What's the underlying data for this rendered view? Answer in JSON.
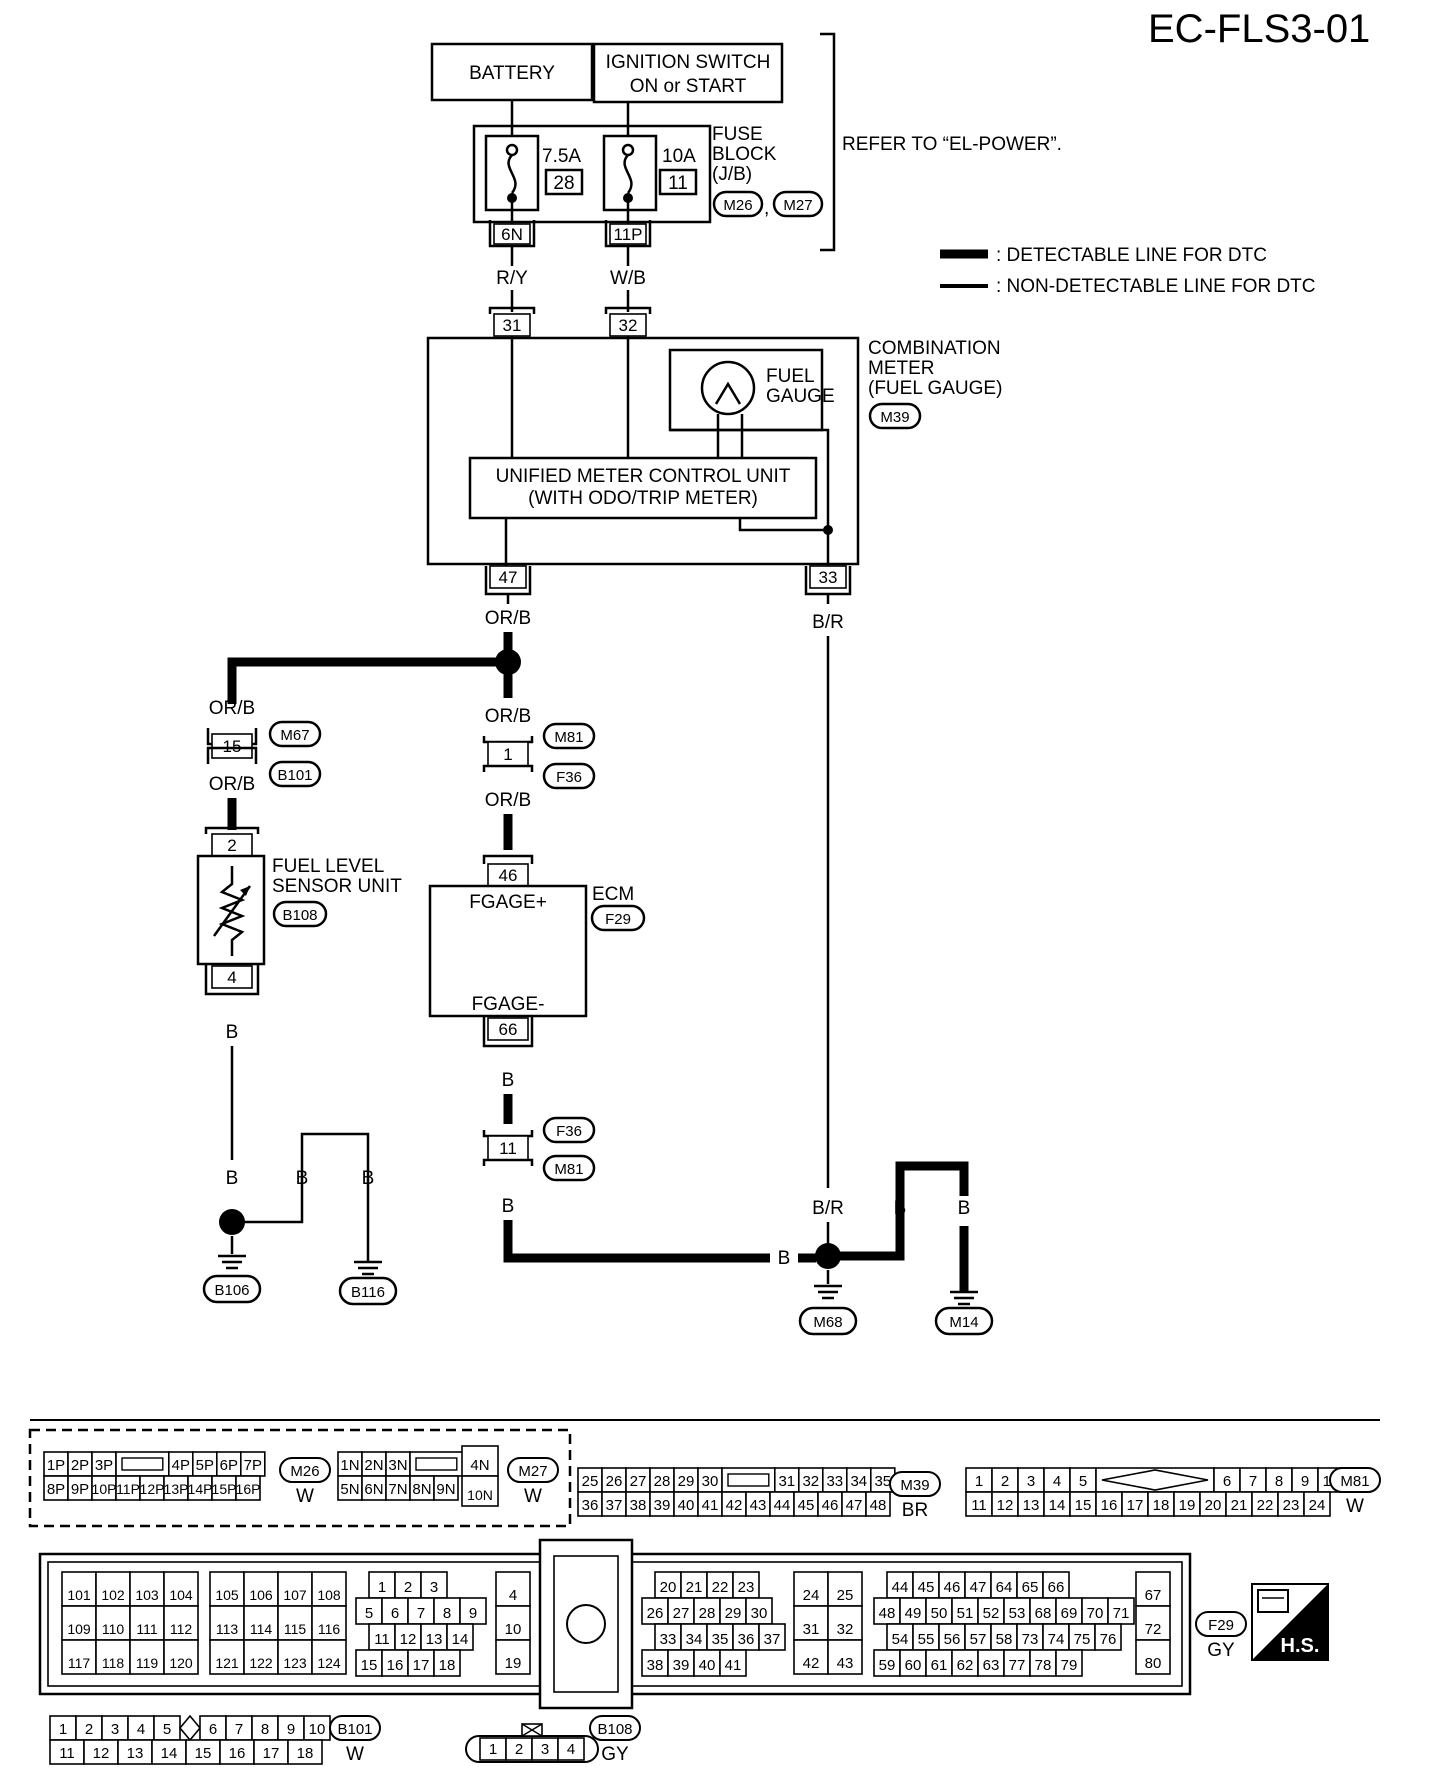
{
  "title": "EC-FLS3-01",
  "legend": {
    "detectable": ": DETECTABLE LINE FOR DTC",
    "nondetectable": ": NON-DETECTABLE LINE FOR DTC"
  },
  "power": {
    "battery": "BATTERY",
    "ignition_l1": "IGNITION SWITCH",
    "ignition_l2": "ON or START",
    "refer": "REFER TO “EL-POWER”."
  },
  "fuse_block": {
    "l1": "FUSE",
    "l2": "BLOCK",
    "l3": "(J/B)",
    "fuse1_rating": "7.5A",
    "fuse1_no": "28",
    "fuse2_rating": "10A",
    "fuse2_no": "11",
    "conn1": "M26",
    "conn2": "M27",
    "pin1": "6N",
    "pin2": "11P"
  },
  "wires": {
    "ry": "R/Y",
    "wb": "W/B",
    "orb": "OR/B",
    "br": "B/R",
    "b": "B"
  },
  "combination_meter": {
    "l1": "COMBINATION",
    "l2": "METER",
    "l3": "(FUEL GAUGE)",
    "conn": "M39",
    "pin_a": "31",
    "pin_b": "32",
    "pin_c": "47",
    "pin_d": "33",
    "gauge_l1": "FUEL",
    "gauge_l2": "GAUGE",
    "unit_l1": "UNIFIED METER CONTROL UNIT",
    "unit_l2": "(WITH ODO/TRIP METER)"
  },
  "joints": {
    "m67": "M67",
    "b101": "B101",
    "pin15": "15",
    "m81": "M81",
    "f36": "F36",
    "pin1": "1",
    "pin11": "11"
  },
  "fuel_sensor": {
    "l1": "FUEL LEVEL",
    "l2": "SENSOR UNIT",
    "conn": "B108",
    "pin_top": "2",
    "pin_bottom": "4"
  },
  "ecm": {
    "label": "ECM",
    "conn": "F29",
    "pin_top": "46",
    "pin_bottom": "66",
    "fgage_plus": "FGAGE+",
    "fgage_minus": "FGAGE-"
  },
  "grounds": {
    "b106": "B106",
    "b116": "B116",
    "m68": "M68",
    "m14": "M14"
  },
  "connector_views": {
    "m26": {
      "id": "M26",
      "color": "W",
      "row1": [
        "1P",
        "2P",
        "3P",
        "",
        "4P",
        "5P",
        "6P",
        "7P"
      ],
      "row2": [
        "8P",
        "9P",
        "10P",
        "11P",
        "12P",
        "13P",
        "14P",
        "15P",
        "16P"
      ]
    },
    "m27": {
      "id": "M27",
      "color": "W",
      "row1": [
        "1N",
        "2N",
        "3N",
        ""
      ],
      "row2": [
        "5N",
        "6N",
        "7N",
        "8N",
        "9N"
      ],
      "side_top": "4N",
      "side_bottom": "10N"
    },
    "m39": {
      "id": "M39",
      "color": "BR",
      "row1": [
        "25",
        "26",
        "27",
        "28",
        "29",
        "30",
        "",
        "31",
        "32",
        "33",
        "34",
        "35"
      ],
      "row2": [
        "36",
        "37",
        "38",
        "39",
        "40",
        "41",
        "42",
        "43",
        "44",
        "45",
        "46",
        "47",
        "48"
      ]
    },
    "m81": {
      "id": "M81",
      "color": "W",
      "row1": [
        "1",
        "2",
        "3",
        "4",
        "5",
        "6",
        "7",
        "8",
        "9",
        "10"
      ],
      "row2": [
        "11",
        "12",
        "13",
        "14",
        "15",
        "16",
        "17",
        "18",
        "19",
        "20",
        "21",
        "22",
        "23",
        "24"
      ]
    },
    "f29": {
      "id": "F29",
      "color": "GY",
      "g1": [
        [
          "101",
          "102",
          "103",
          "104"
        ],
        [
          "109",
          "110",
          "111",
          "112"
        ],
        [
          "117",
          "118",
          "119",
          "120"
        ]
      ],
      "g2": [
        [
          "105",
          "106",
          "107",
          "108"
        ],
        [
          "113",
          "114",
          "115",
          "116"
        ],
        [
          "121",
          "122",
          "123",
          "124"
        ]
      ],
      "g3": [
        [
          "1",
          "2",
          "3"
        ],
        [
          "5",
          "6",
          "7",
          "8",
          "9"
        ],
        [
          "11",
          "12",
          "13",
          "14"
        ],
        [
          "15",
          "16",
          "17",
          "18"
        ]
      ],
      "g4": [
        "4",
        "10",
        "19"
      ],
      "g5": [
        [
          "20",
          "21",
          "22",
          "23"
        ],
        [
          "26",
          "27",
          "28",
          "29",
          "30"
        ],
        [
          "33",
          "34",
          "35",
          "36",
          "37"
        ],
        [
          "38",
          "39",
          "40",
          "41"
        ]
      ],
      "g6": [
        [
          "24",
          "25"
        ],
        [
          "31",
          "32"
        ],
        [
          "42",
          "43"
        ]
      ],
      "g7": [
        [
          "44",
          "45",
          "46",
          "47",
          "64",
          "65",
          "66"
        ],
        [
          "48",
          "49",
          "50",
          "51",
          "52",
          "53",
          "68",
          "69",
          "70",
          "71"
        ],
        [
          "54",
          "55",
          "56",
          "57",
          "58",
          "73",
          "74",
          "75",
          "76"
        ],
        [
          "59",
          "60",
          "61",
          "62",
          "63",
          "77",
          "78",
          "79"
        ]
      ],
      "g8": [
        "67",
        "72",
        "80"
      ]
    },
    "b101": {
      "id": "B101",
      "color": "W",
      "row1": [
        "1",
        "2",
        "3",
        "4",
        "5",
        "6",
        "7",
        "8",
        "9",
        "10"
      ],
      "row2": [
        "11",
        "12",
        "13",
        "14",
        "15",
        "16",
        "17",
        "18"
      ]
    },
    "b108": {
      "id": "B108",
      "color": "GY",
      "row1": [
        "1",
        "2",
        "3",
        "4"
      ]
    }
  },
  "hs_badge": "H.S."
}
